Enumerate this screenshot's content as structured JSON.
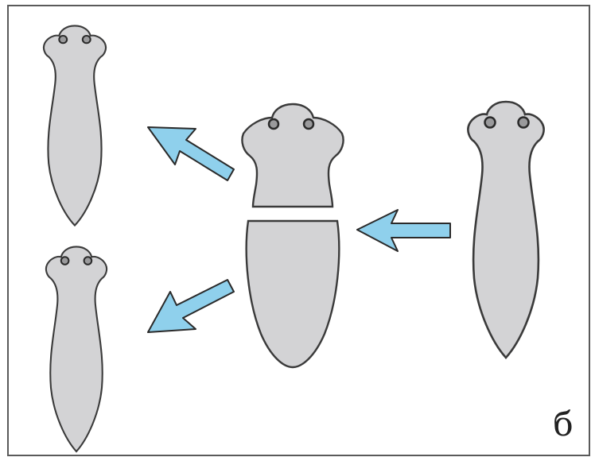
{
  "figure": {
    "panel_label": "б",
    "colors": {
      "body_fill": "#d3d3d5",
      "body_stroke": "#3a3a3a",
      "arrow_fill": "#8fd0ec",
      "arrow_stroke": "#2a2a2a",
      "frame": "#5a5a5a"
    },
    "stages": [
      {
        "name": "whole-planarian",
        "description_icon": "planarian-icon"
      },
      {
        "name": "cut-planarian",
        "description_icon": "cut-planarian-icon"
      },
      {
        "name": "regenerated-planarians",
        "count": 2
      }
    ]
  }
}
